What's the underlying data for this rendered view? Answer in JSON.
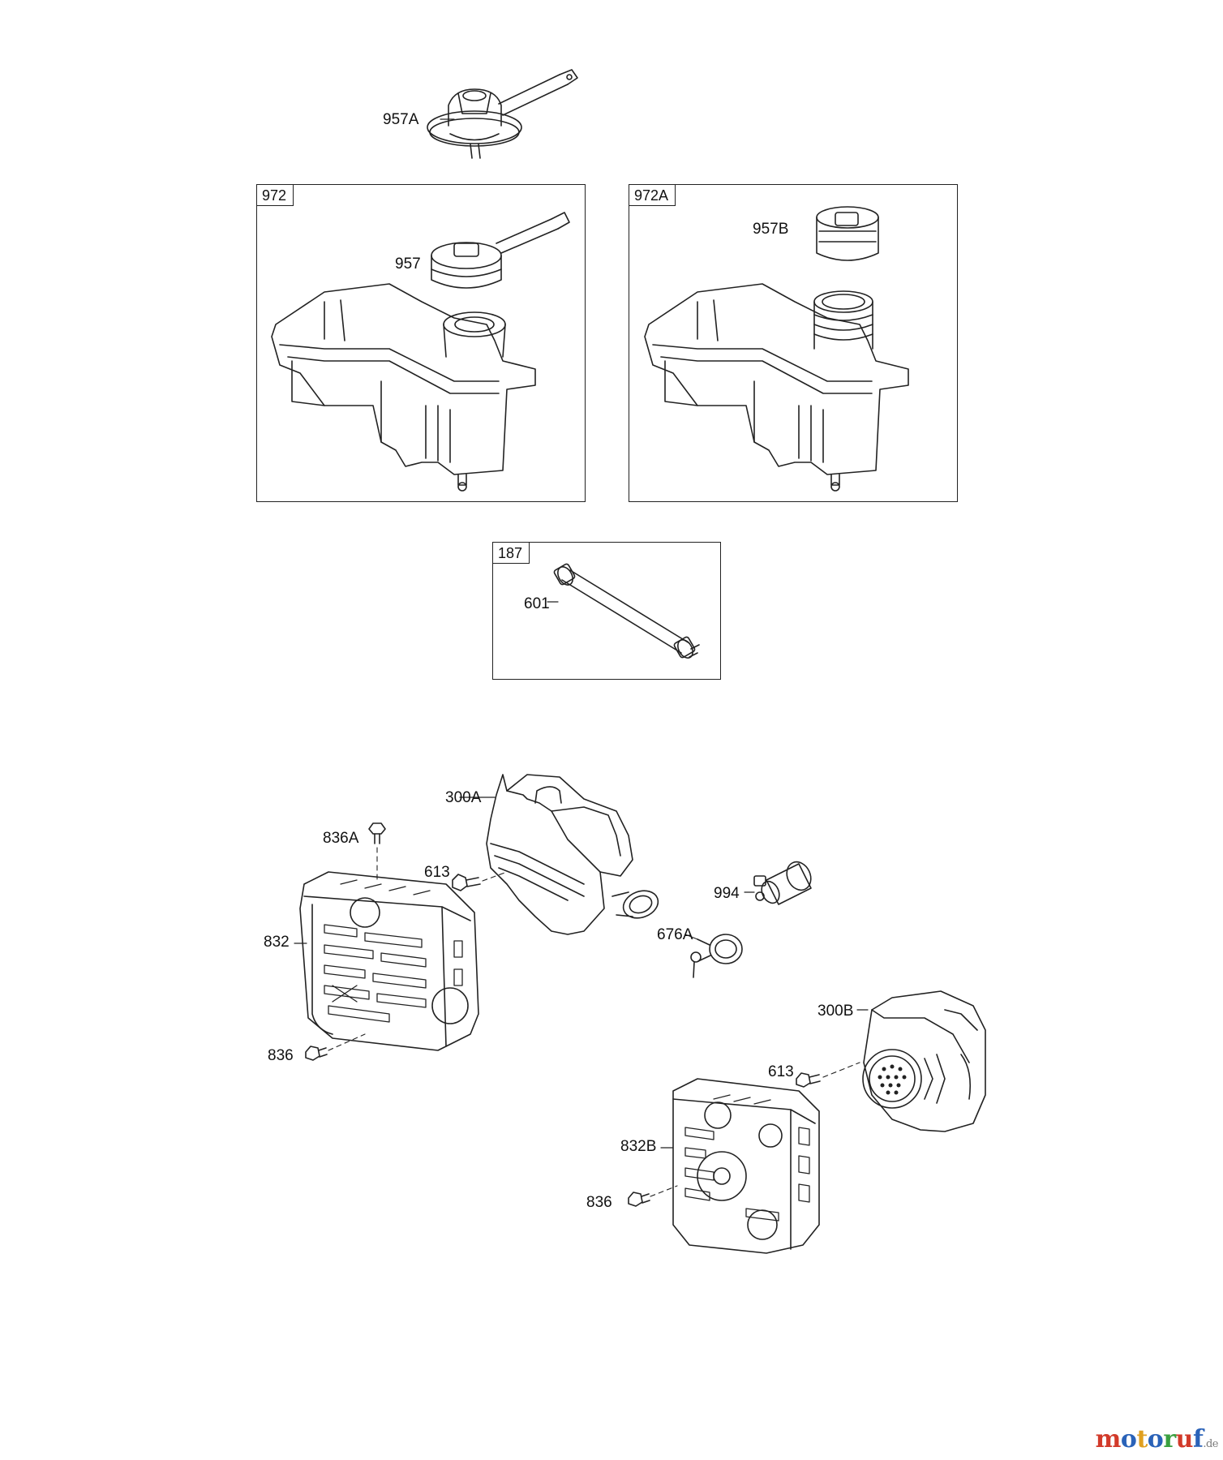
{
  "groups": [
    {
      "id": "972"
    },
    {
      "id": "972A"
    },
    {
      "id": "187"
    }
  ],
  "callouts": {
    "c957A": "957A",
    "c957": "957",
    "c957B": "957B",
    "c601": "601",
    "c300A": "300A",
    "c836A": "836A",
    "c613a": "613",
    "c994": "994",
    "c832": "832",
    "c676A": "676A",
    "c836a": "836",
    "c300B": "300B",
    "c613b": "613",
    "c832B": "832B",
    "c836b": "836"
  },
  "watermark": {
    "letters": [
      "m",
      "o",
      "t",
      "o",
      "r",
      "u",
      "f"
    ],
    "colors": [
      "#d23a2a",
      "#2a62b8",
      "#e0a020",
      "#2a62b8",
      "#3aa040",
      "#d23a2a",
      "#2a62b8"
    ],
    "domain": ".de"
  }
}
